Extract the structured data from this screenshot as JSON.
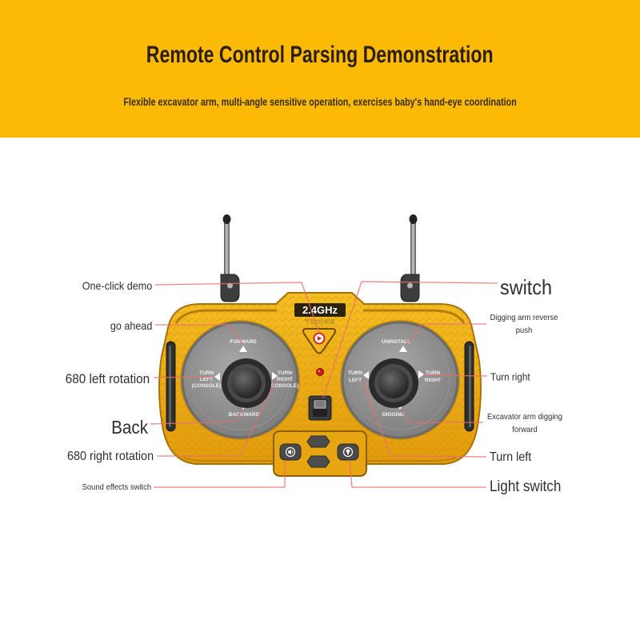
{
  "header": {
    "title": "Remote Control Parsing Demonstration",
    "subtitle": "Flexible excavator arm, multi-angle sensitive operation, exercises baby's hand-eye coordination"
  },
  "colors": {
    "header_background": "#FCBA05",
    "leader_line": "#E8706F"
  },
  "icons": {
    "demo_button": "demo-icon",
    "sound_button": "speaker-icon",
    "light_button": "light-bulb-icon"
  },
  "callouts": {
    "left": [
      "One-click demo",
      "go ahead",
      "680 left rotation",
      "Back",
      "680 right rotation",
      "Sound effects switch"
    ],
    "right": [
      "switch",
      "Digging arm reverse push",
      "Turn right",
      "Excavator arm digging forward",
      "Turn left",
      "Light switch"
    ]
  },
  "remote": {
    "frequency_badge": "2.4GHz",
    "brand": "YIGONG",
    "left_stick": {
      "up": "FORWARD",
      "down": "BACKWARD",
      "left": [
        "TURN",
        "LEFT",
        "(CONSOLE)"
      ],
      "right": [
        "TURN",
        "RIGHT",
        "(CONSOLE)"
      ]
    },
    "right_stick": {
      "up": "UNINSTALL",
      "down": "DIGGING",
      "left": [
        "TURN",
        "LEFT"
      ],
      "right": [
        "TURN",
        "RIGHT"
      ]
    }
  }
}
